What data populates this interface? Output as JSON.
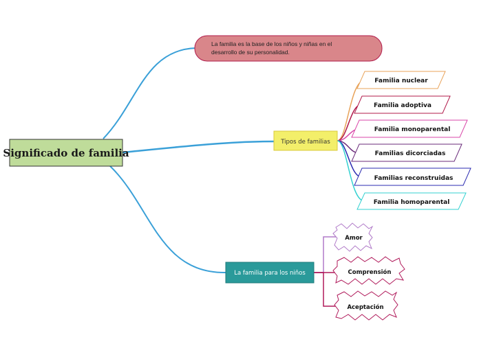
{
  "central": {
    "label": "Significado de familia"
  },
  "note": {
    "line1": "La familia es la base de los niños y niñas en el",
    "line2": "desarrollo de su personalidad."
  },
  "tipos": {
    "label": "Tipos de familias",
    "items": [
      {
        "label": "Familia nuclear",
        "color": "#e8a35a"
      },
      {
        "label": "Familia adoptiva",
        "color": "#b0194a"
      },
      {
        "label": "Familia monoparental",
        "color": "#d946a8"
      },
      {
        "label": "Familias dicorciadas",
        "color": "#6a2a7a"
      },
      {
        "label": "Familias reconstruidas",
        "color": "#2a2ab0"
      },
      {
        "label": "Familia homoparental",
        "color": "#33d1d1"
      }
    ]
  },
  "ninos": {
    "label": "La familia para los niños",
    "items": [
      {
        "label": "Amor",
        "color": "#b07ac8"
      },
      {
        "label": "Comprensión",
        "color": "#b0195a"
      },
      {
        "label": "Aceptación",
        "color": "#b0195a"
      }
    ]
  },
  "colors": {
    "branch_blue": "#3aa0d8",
    "central_fill": "#bfdc9a",
    "note_fill": "#d9868a",
    "tipos_fill": "#f3ef6a",
    "ninos_fill": "#2a9a9a"
  }
}
